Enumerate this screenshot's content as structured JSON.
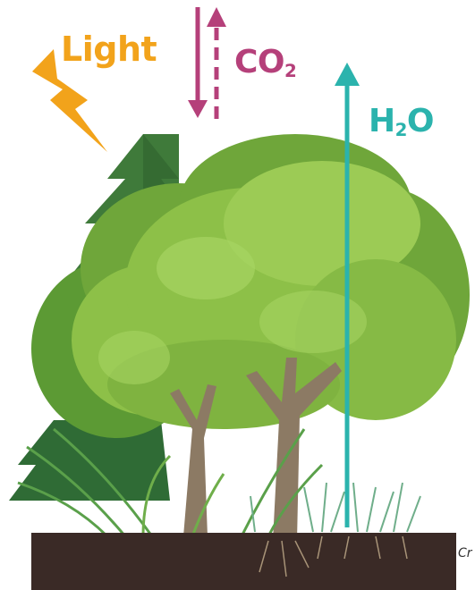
{
  "labels": {
    "light": "Light",
    "co2_main": "CO",
    "co2_sub": "2",
    "h2o_h": "H",
    "h2o_sub": "2",
    "h2o_o": "O",
    "credit": "Cr"
  },
  "colors": {
    "light": "#f2a31b",
    "co2": "#b5407a",
    "h2o": "#2bb3ad",
    "soil": "#3a2a26",
    "trunk": "#8c7a64",
    "canopy_light": "#8dc048",
    "canopy_mid": "#6fa63a",
    "canopy_dark": "#4f8a2e",
    "conifer": "#3f7a3a",
    "fern": "#5aa04a"
  },
  "icons": {
    "light": "lightning-bolt-icon",
    "co2_down": "arrow-down-icon",
    "co2_up": "dashed-arrow-up-icon",
    "h2o_up": "arrow-up-icon"
  }
}
